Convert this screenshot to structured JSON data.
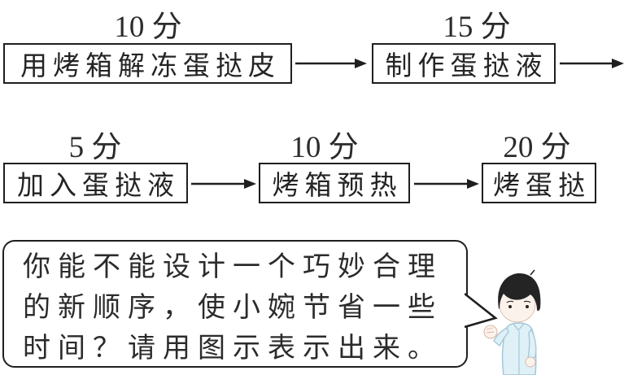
{
  "palette": {
    "ink": "#1f1f1f",
    "paper": "#ffffff",
    "hair": "#242424",
    "skin": "#fcf2ec",
    "skin_outline": "#d9b6a6",
    "jacket": "#dff0f7",
    "jacket_outline": "#9fc6d8"
  },
  "flowchart": {
    "rows": [
      {
        "steps": [
          {
            "duration": "10 分",
            "label": "用烤箱解冻蛋挞皮"
          },
          {
            "duration": "15 分",
            "label": "制作蛋挞液"
          }
        ]
      },
      {
        "steps": [
          {
            "duration": "5 分",
            "label": "加入蛋挞液"
          },
          {
            "duration": "10 分",
            "label": "烤箱预热"
          },
          {
            "duration": "20 分",
            "label": "烤蛋挞"
          }
        ]
      }
    ]
  },
  "speech_bubble": {
    "line1": "你能不能设计一个巧妙合理",
    "line2": "的新顺序，使小婉节省一些",
    "line3": "时间？请用图示表示出来。"
  },
  "character": {
    "description": "boy asking question"
  }
}
